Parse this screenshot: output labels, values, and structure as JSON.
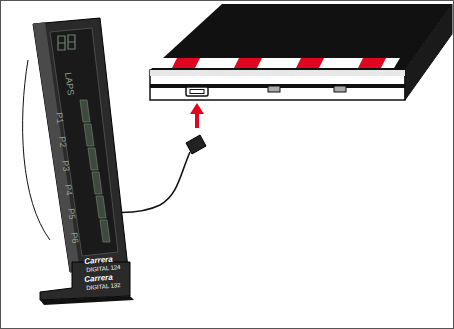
{
  "diagram": {
    "labels": [
      "LAPS",
      "P1",
      "P2",
      "P3",
      "P4",
      "P5",
      "P6",
      "Carrera",
      "DIGITAL 124",
      "Carrera",
      "DIGITAL 132"
    ]
  }
}
